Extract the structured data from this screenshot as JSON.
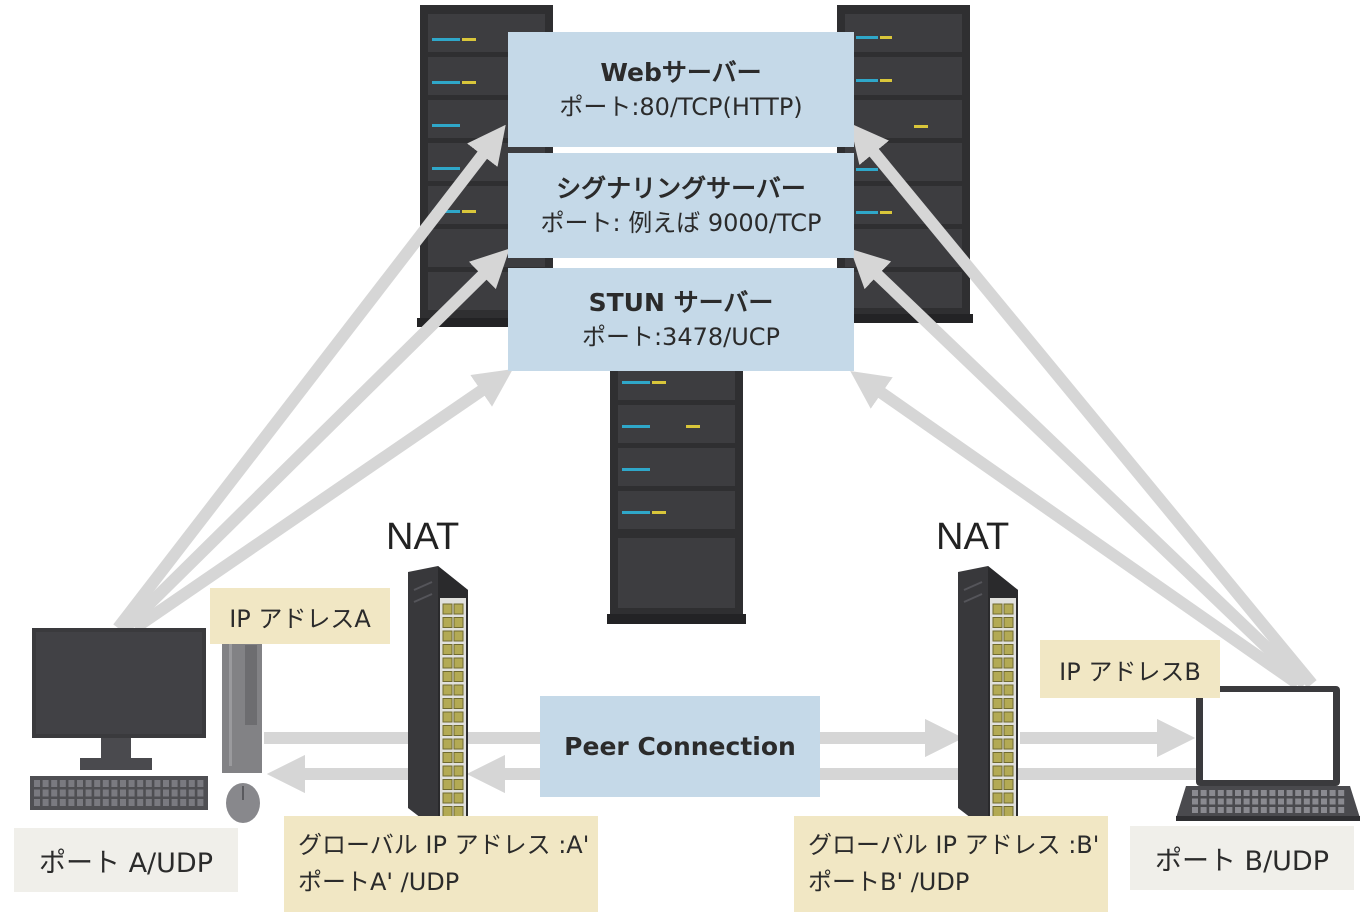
{
  "servers": {
    "web": {
      "title": "Webサーバー",
      "port": "ポート:80/TCP(HTTP)"
    },
    "signaling": {
      "title": "シグナリングサーバー",
      "port": "ポート: 例えば 9000/TCP"
    },
    "stun": {
      "title": "STUN サーバー",
      "port": "ポート:3478/UCP"
    }
  },
  "nat": {
    "left": "NAT",
    "right": "NAT"
  },
  "peer_connection": "Peer Connection",
  "client_a": {
    "ip": "IP アドレスA",
    "port": "ポート A/UDP",
    "global_ip": "グローバル IP アドレス :A'",
    "global_port": "ポートA' /UDP"
  },
  "client_b": {
    "ip": "IP アドレスB",
    "port": "ポート B/UDP",
    "global_ip": "グローバル IP アドレス :B'",
    "global_port": "ポートB' /UDP"
  },
  "colors": {
    "server_box": "#c5d9e8",
    "address_box": "#f1e7c4",
    "port_box": "#f0efea",
    "arrow": "#d6d6d6",
    "rack": "#2f2f31"
  }
}
